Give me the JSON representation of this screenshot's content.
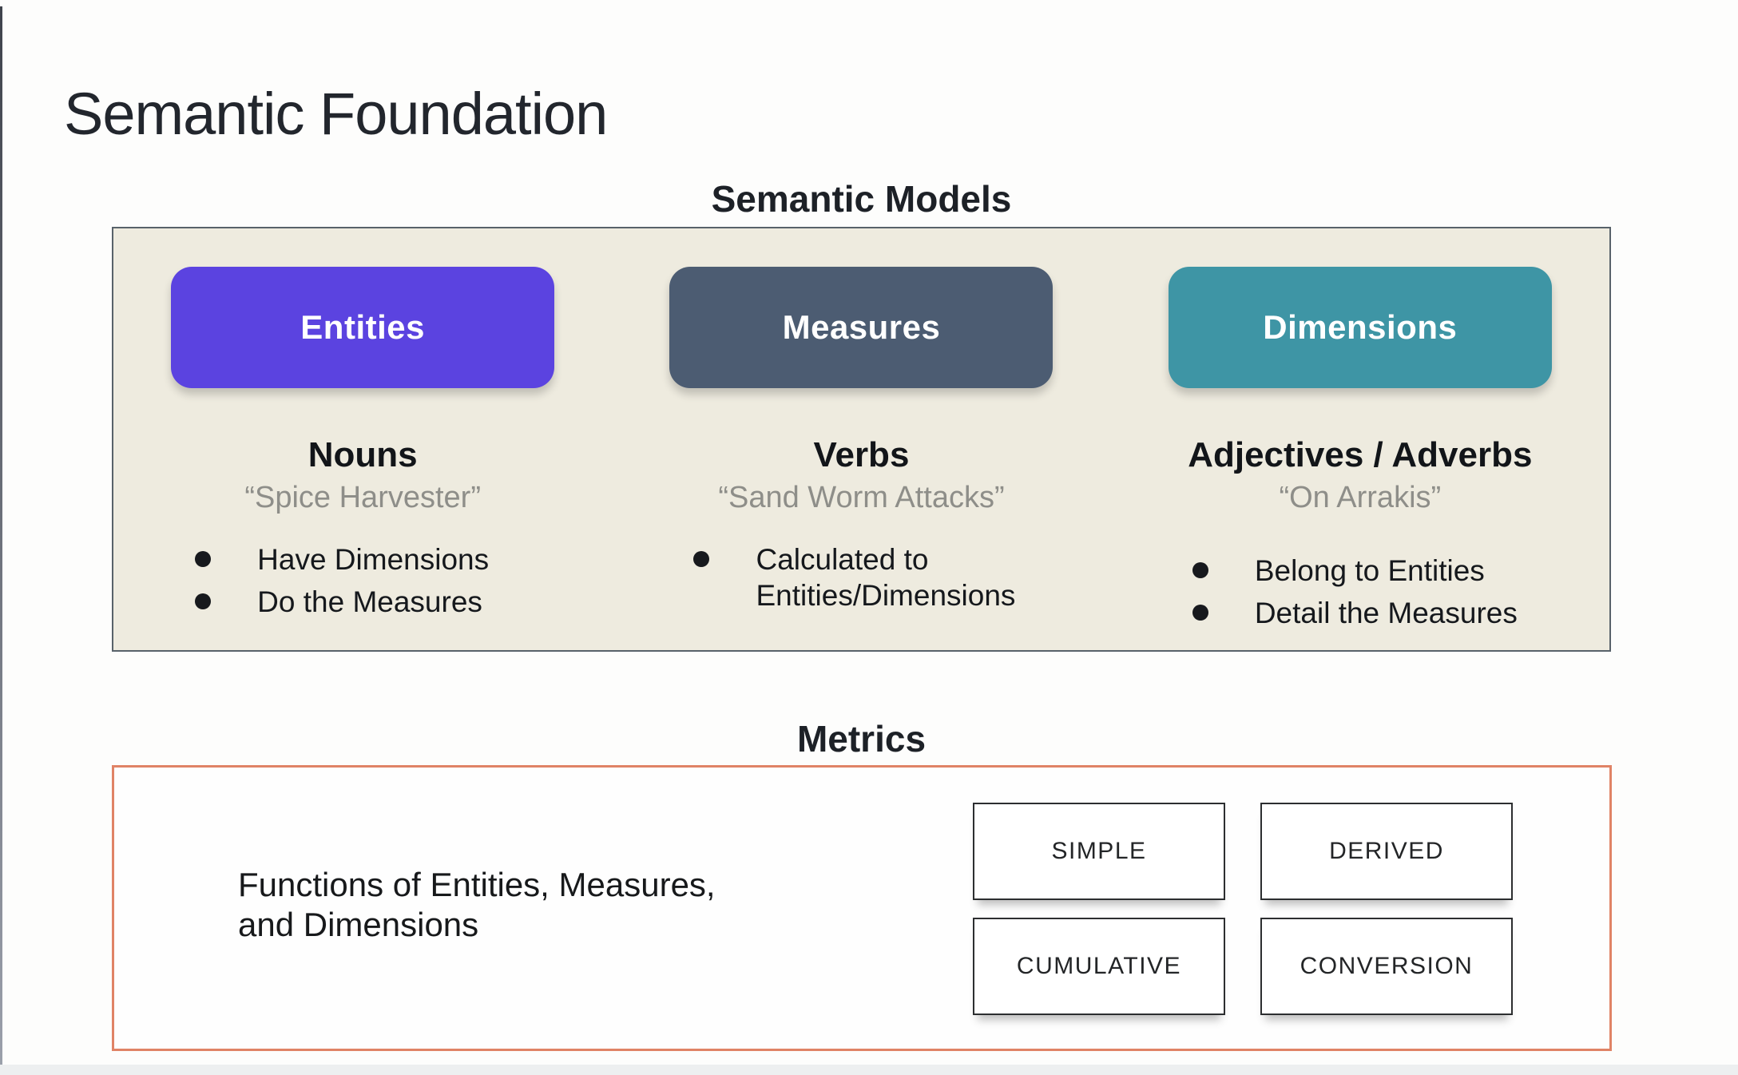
{
  "page": {
    "title": "Semantic Foundation"
  },
  "semantic_models": {
    "heading": "Semantic Models",
    "panel_bg": "#eeebdf",
    "panel_border": "#58626a",
    "columns": [
      {
        "pill_label": "Entities",
        "pill_color": "#5b43e0",
        "role": "Nouns",
        "example": "“Spice Harvester”",
        "bullets": [
          "Have Dimensions",
          "Do the Measures"
        ]
      },
      {
        "pill_label": "Measures",
        "pill_color": "#4c5c72",
        "role": "Verbs",
        "example": "“Sand Worm Attacks”",
        "bullets": [
          "Calculated to Entities/Dimensions"
        ]
      },
      {
        "pill_label": "Dimensions",
        "pill_color": "#3e95a5",
        "role": "Adjectives / Adverbs",
        "example": "“On Arrakis”",
        "bullets": [
          "Belong to Entities",
          "Detail the Measures"
        ]
      }
    ]
  },
  "metrics": {
    "heading": "Metrics",
    "panel_border": "#e08366",
    "description": "Functions of Entities, Measures,\nand Dimensions",
    "types": [
      "SIMPLE",
      "DERIVED",
      "CUMULATIVE",
      "CONVERSION"
    ]
  }
}
